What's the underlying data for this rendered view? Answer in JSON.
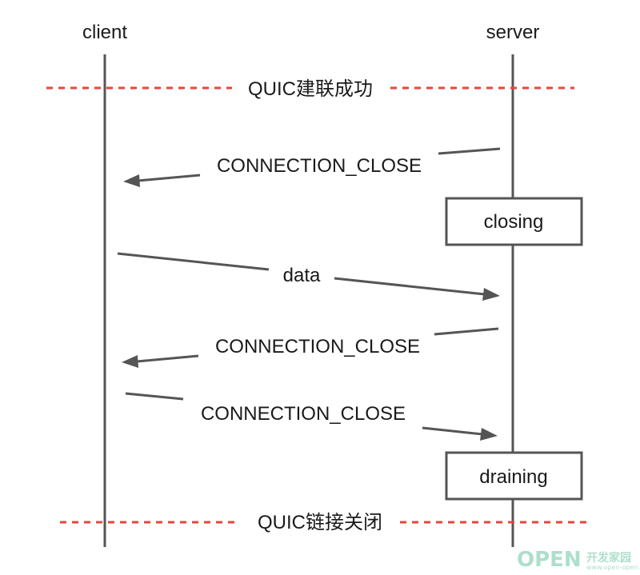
{
  "participants": {
    "client": "client",
    "server": "server"
  },
  "separators": {
    "established": "QUIC建联成功",
    "closed": "QUIC链接关闭"
  },
  "messages": [
    {
      "label": "CONNECTION_CLOSE",
      "from": "server",
      "to": "client"
    },
    {
      "label": "data",
      "from": "client",
      "to": "server"
    },
    {
      "label": "CONNECTION_CLOSE",
      "from": "server",
      "to": "client"
    },
    {
      "label": "CONNECTION_CLOSE",
      "from": "client",
      "to": "server"
    }
  ],
  "states": {
    "closing": "closing",
    "draining": "draining"
  },
  "watermark": {
    "brand": "OPEN",
    "cn": "开发家园",
    "url": "www.open-open.com"
  },
  "colors": {
    "lifeline": "#555555",
    "separator": "#e8463a",
    "watermark": "#9fdac3"
  }
}
